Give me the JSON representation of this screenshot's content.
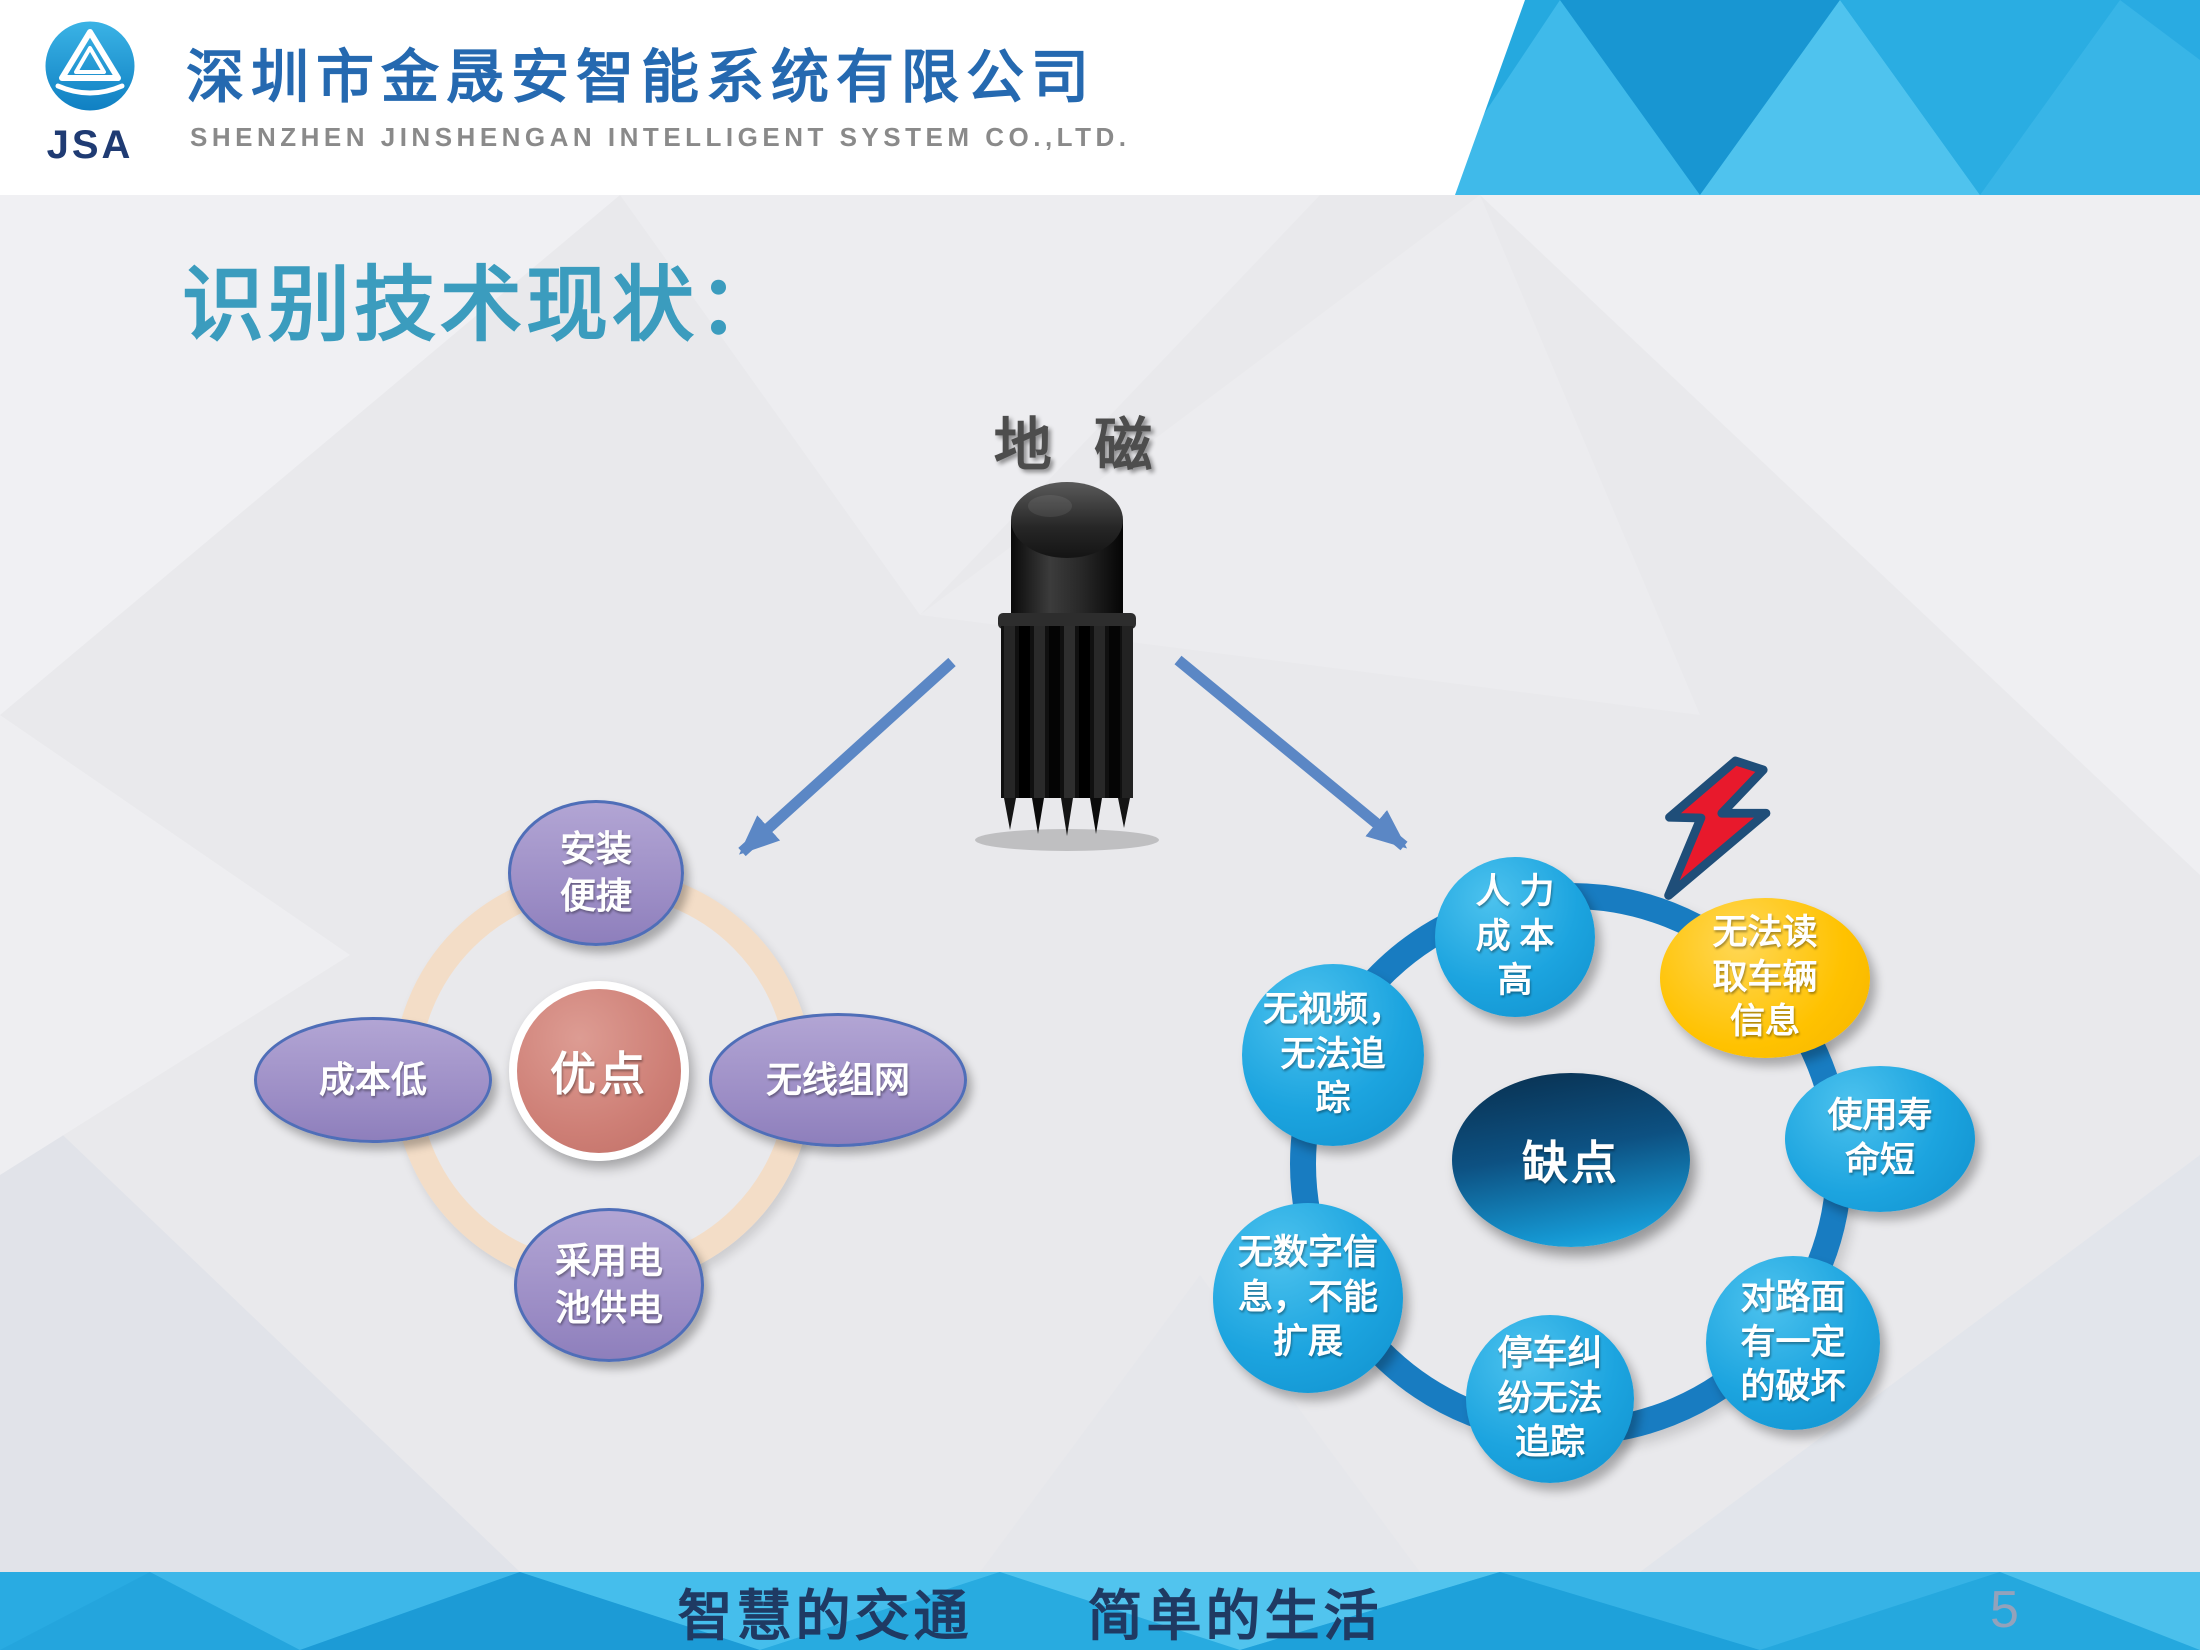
{
  "header": {
    "logo_text": "JSA",
    "company_name_zh": "深圳市金晟安智能系统有限公司",
    "company_name_en": "SHENZHEN JINSHENGAN INTELLIGENT SYSTEM CO.,LTD."
  },
  "slide": {
    "title": "识别技术现状：",
    "device_label": "地  磁"
  },
  "advantages": {
    "center_label": "优点",
    "top": "安装\n便捷",
    "left": "成本低",
    "right": "无线组网",
    "bottom": "采用电\n池供电"
  },
  "disadvantages": {
    "center_label": "缺点",
    "top": "人 力\n成 本\n高",
    "top_right": "无法读\n取车辆\n信息",
    "right": "使用寿\n命短",
    "bottom_right": "对路面\n有一定\n的破坏",
    "bottom": "停车纠\n纷无法\n追踪",
    "bottom_left": "无数字信\n息，不能\n扩展",
    "left": "无视频，\n无法追\n踪"
  },
  "footer": {
    "slogan_left": "智慧的交通",
    "slogan_right": "简单的生活",
    "page_number": "5"
  },
  "colors": {
    "band_blue": "#29ABE2",
    "title_teal": "#3B9CBE",
    "company_blue": "#2569B0",
    "advantage_fill": "#9A8BC4",
    "advantage_center": "#CE7F76",
    "advantage_ring": "#F3DDC7",
    "disadvantage_fill": "#1CA4DF",
    "disadvantage_ring": "#187CC1",
    "warning_yellow": "#FFC200",
    "lightning_red": "#E8192C"
  }
}
